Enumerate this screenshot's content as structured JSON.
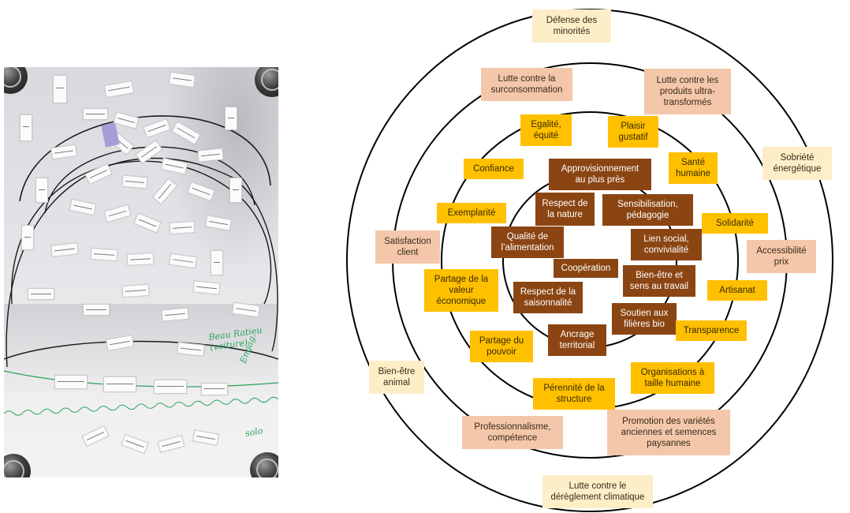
{
  "photo": {
    "handwriting": [
      "Beau Ratieu (voiture)",
      "Engag.",
      "solo"
    ]
  },
  "diagram": {
    "ring1_inner": [
      "Approvisionnement\nau plus près",
      "Respect de\nla nature",
      "Sensibilisation,\npédagogie",
      "Qualité de\nl’alimentation",
      "Lien social,\nconvivialité",
      "Coopération",
      "Bien-être et\nsens au travail",
      "Respect de la\nsaisonnalité",
      "Soutien aux\nfilières bio",
      "Ancrage\nterritorial"
    ],
    "ring2": [
      "Egalité,\néquité",
      "Plaisir\ngustatif",
      "Confiance",
      "Santé\nhumaine",
      "Exemplarité",
      "Solidarité",
      "Partage de la\nvaleur\néconomique",
      "Artisanat",
      "Transparence",
      "Partage du\npouvoir",
      "Organisations à\ntaille humaine",
      "Pérennité de la\nstructure"
    ],
    "ring3": [
      "Lutte contre la\nsurconsommation",
      "Lutte contre les\nproduits ultra-\ntransformés",
      "Satisfaction\nclient",
      "Accessibilité\nprix",
      "Professionnalisme,\ncompétence",
      "Promotion des variétés\nanciennes et semences\npaysannes"
    ],
    "ring4_outer": [
      "Défense des\nminorités",
      "Sobriété\nénergétique",
      "Bien-être\nanimal",
      "Lutte contre le\ndérèglement climatique"
    ],
    "colors": {
      "ring1": "#8b4513",
      "ring2": "#ffc000",
      "ring3": "#f4c7aa",
      "ring4": "#fdeec8"
    }
  }
}
